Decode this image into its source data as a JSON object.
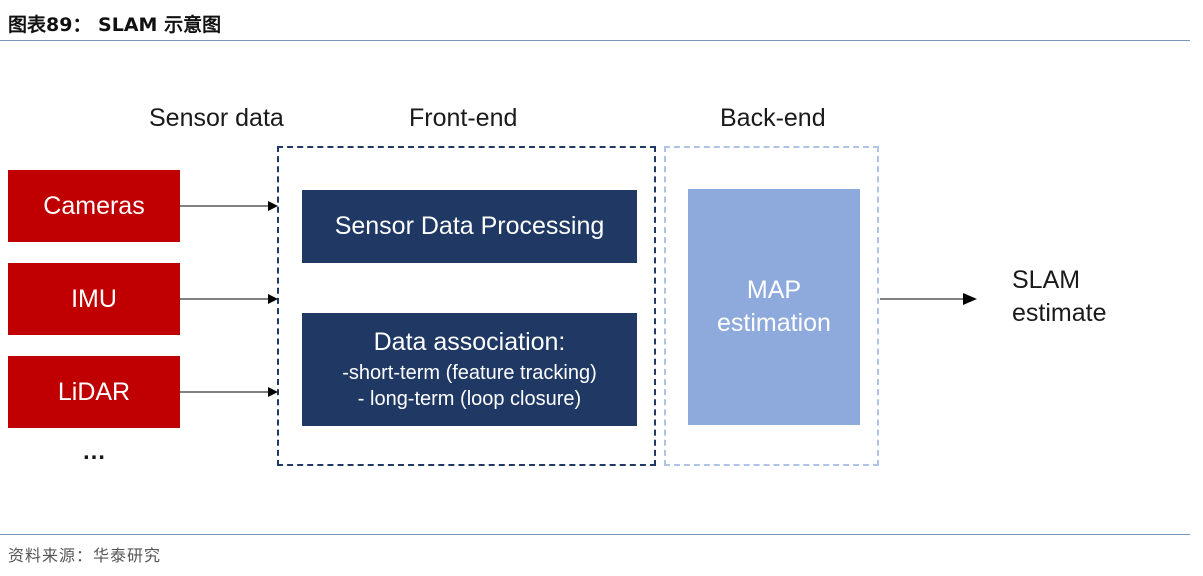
{
  "figure_title": "图表89：  SLAM 示意图",
  "source": "资料来源：华泰研究",
  "headings": {
    "sensor": "Sensor data",
    "front": "Front-end",
    "back": "Back-end"
  },
  "sensors": [
    "Cameras",
    "IMU",
    "LiDAR"
  ],
  "sensors_more": "…",
  "front_end": {
    "processing": "Sensor Data Processing",
    "association_title": "Data association:",
    "association_lines": [
      "-short-term (feature tracking)",
      "- long-term (loop closure)"
    ]
  },
  "back_end": {
    "line1": "MAP",
    "line2": "estimation"
  },
  "output": {
    "line1": "SLAM",
    "line2": "estimate"
  },
  "colors": {
    "sensor_box": "#c00000",
    "front_box": "#1f3864",
    "back_box": "#8ea9db",
    "front_border": "#1f3864",
    "back_border": "#aec3e6"
  }
}
